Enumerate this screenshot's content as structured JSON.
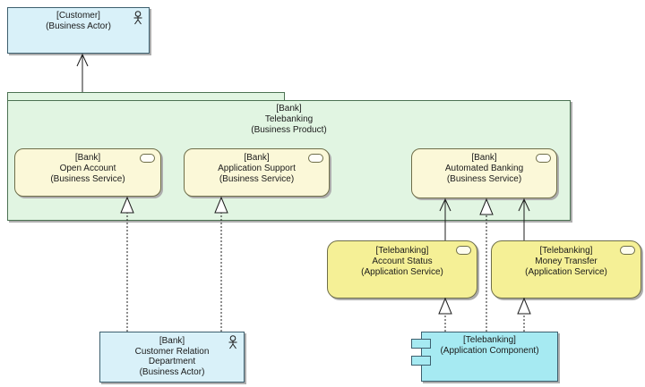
{
  "diagram_type": "ArchiMate business/application layered model",
  "colors": {
    "background": "#ffffff",
    "business_actor_fill": "#d9f1f9",
    "business_actor_border": "#3d5f6e",
    "product_fill": "#e1f5e2",
    "product_border": "#4c7253",
    "business_service_fill": "#fbf8d8",
    "business_service_border": "#6e6e49",
    "application_service_fill": "#f5f096",
    "application_service_border": "#6e6e49",
    "component_fill": "#a6eaf2",
    "component_border": "#3d5f6e",
    "connector": "#1c1c1c",
    "shadow": "#adadad"
  },
  "icons": {
    "business_actor": "actor-icon (stick figure)",
    "service": "service-oval-icon (rounded capsule)",
    "component": "component-icon (two prongs on left edge)"
  },
  "elements": {
    "customer": {
      "lines": [
        "[Customer]",
        "(Business Actor)"
      ]
    },
    "telebanking_product": {
      "lines": [
        "[Bank]",
        "Telebanking",
        "(Business Product)"
      ]
    },
    "open_account": {
      "lines": [
        "[Bank]",
        "Open Account",
        "(Business Service)"
      ]
    },
    "application_support": {
      "lines": [
        "[Bank]",
        "Application Support",
        "(Business Service)"
      ]
    },
    "automated_banking": {
      "lines": [
        "[Bank]",
        "Automated Banking",
        "(Business Service)"
      ]
    },
    "account_status": {
      "lines": [
        "[Telebanking]",
        "Account Status",
        "(Application Service)"
      ]
    },
    "money_transfer": {
      "lines": [
        "[Telebanking]",
        "Money Transfer",
        "(Application Service)"
      ]
    },
    "customer_relation_department": {
      "lines": [
        "[Bank]",
        "Customer Relation",
        "Department",
        "(Business Actor)"
      ]
    },
    "telebanking_component": {
      "lines": [
        "[Telebanking]",
        "(Application Component)"
      ]
    }
  },
  "relationships": [
    {
      "type": "serving",
      "source": "telebanking_product",
      "target": "customer",
      "style": "solid line, open arrowhead"
    },
    {
      "type": "realization",
      "source": "customer_relation_department",
      "target": "open_account",
      "style": "dotted line, hollow triangle"
    },
    {
      "type": "realization",
      "source": "customer_relation_department",
      "target": "application_support",
      "style": "dotted line, hollow triangle"
    },
    {
      "type": "serving",
      "source": "account_status",
      "target": "automated_banking",
      "style": "solid line, open arrowhead"
    },
    {
      "type": "serving",
      "source": "money_transfer",
      "target": "automated_banking",
      "style": "solid line, open arrowhead"
    },
    {
      "type": "realization",
      "source": "telebanking_component",
      "target": "automated_banking",
      "style": "dotted line, hollow triangle"
    },
    {
      "type": "realization",
      "source": "telebanking_component",
      "target": "account_status",
      "style": "dotted line, hollow triangle"
    },
    {
      "type": "realization",
      "source": "telebanking_component",
      "target": "money_transfer",
      "style": "dotted line, hollow triangle"
    }
  ]
}
